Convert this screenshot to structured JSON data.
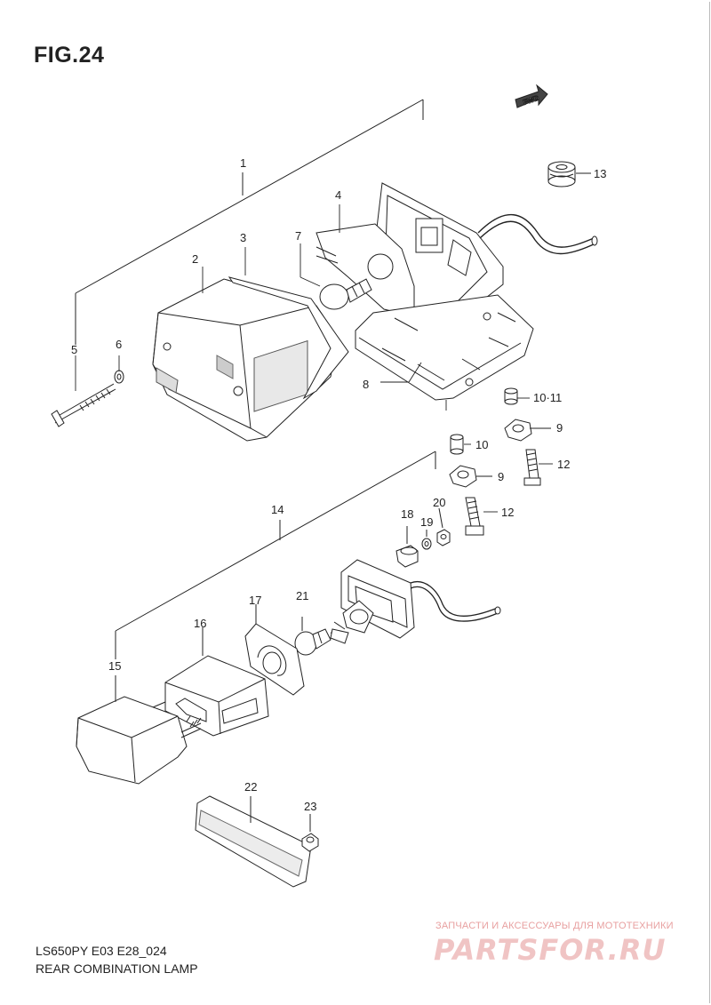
{
  "figure": {
    "title": "FIG.24",
    "code": "LS650PY E03 E28_024",
    "caption": "REAR COMBINATION LAMP"
  },
  "direction_tag": "FWD",
  "callouts": {
    "c1": "1",
    "c2": "2",
    "c3": "3",
    "c4": "4",
    "c5": "5",
    "c6": "6",
    "c7": "7",
    "c8": "8",
    "c9a": "9",
    "c9b": "9",
    "c1011": "10·11",
    "c10": "10",
    "c12a": "12",
    "c12b": "12",
    "c13": "13",
    "c14": "14",
    "c15": "15",
    "c16": "16",
    "c17": "17",
    "c18": "18",
    "c19": "19",
    "c20": "20",
    "c21": "21",
    "c22": "22",
    "c23": "23"
  },
  "watermark": {
    "tagline": "ЗАПЧАСТИ И АКСЕССУАРЫ ДЛЯ МОТОТЕХНИКИ",
    "logo": "PARTSFOR.RU"
  }
}
